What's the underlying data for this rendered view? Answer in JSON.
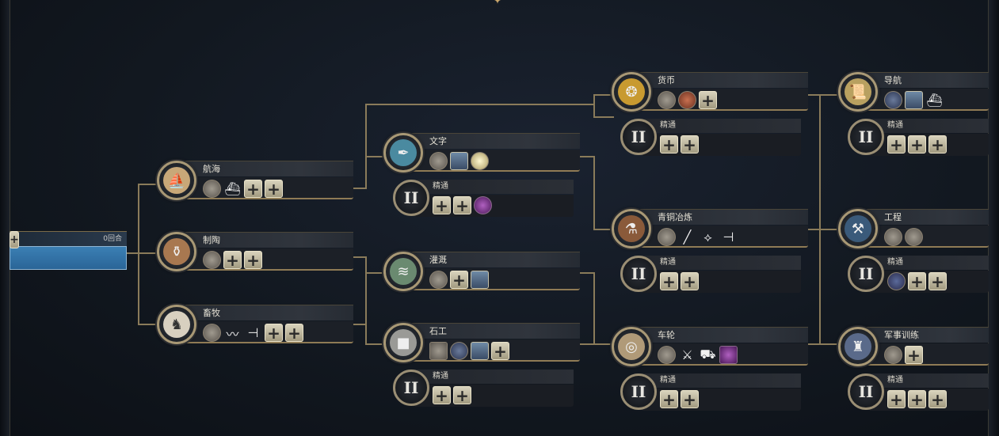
{
  "current": {
    "turns": "0回合"
  },
  "nodes": {
    "sailing": {
      "name": "航海",
      "icons": [
        "round:unit-icon",
        "white:ship-icon",
        "plus",
        "plus"
      ]
    },
    "pottery": {
      "name": "制陶",
      "icons": [
        "round:building-icon",
        "plus",
        "plus"
      ]
    },
    "husbandry": {
      "name": "畜牧",
      "icons": [
        "round:building-icon",
        "white:path-icon",
        "white:spear-icon",
        "plus",
        "plus"
      ]
    },
    "writing": {
      "name": "文字",
      "icons": [
        "round:building-icon",
        "sq:monument-icon",
        "round:idea-icon"
      ]
    },
    "irrigation": {
      "name": "灌溉",
      "icons": [
        "round:building-icon",
        "plus",
        "sq:wonder-icon"
      ]
    },
    "masonry": {
      "name": "石工",
      "icons": [
        "round:wall-icon",
        "round:tower-icon",
        "sq:wonder-icon",
        "plus"
      ]
    },
    "currency": {
      "name": "货币",
      "icons": [
        "round:market-icon",
        "round:storage-icon",
        "plus"
      ]
    },
    "bronze": {
      "name": "青铜冶炼",
      "icons": [
        "round:building-icon",
        "white:spear-icon",
        "white:bow-icon",
        "white:crossbow-icon"
      ]
    },
    "wheel": {
      "name": "车轮",
      "icons": [
        "round:building-icon",
        "white:chariot-icon",
        "white:cart-icon",
        "purple:resource-icon"
      ]
    },
    "navigation": {
      "name": "导航",
      "icons": [
        "round:tower-icon",
        "sq:monument-icon",
        "white:ship-icon"
      ]
    },
    "engineering": {
      "name": "工程",
      "icons": [
        "round:building-icon",
        "round:building-icon"
      ]
    },
    "military": {
      "name": "军事训练",
      "icons": [
        "round:building-icon",
        "plus"
      ]
    }
  },
  "mastery_label": "精通",
  "mastery_numeral": "II",
  "masteries": {
    "writing": {
      "icons": [
        "plus",
        "plus",
        "purple:resource-icon"
      ]
    },
    "masonry": {
      "icons": [
        "plus",
        "plus"
      ]
    },
    "currency": {
      "icons": [
        "plus",
        "plus"
      ]
    },
    "bronze": {
      "icons": [
        "plus",
        "plus"
      ]
    },
    "wheel": {
      "icons": [
        "plus",
        "plus"
      ]
    },
    "navigation": {
      "icons": [
        "plus",
        "plus",
        "plus"
      ]
    },
    "engineering": {
      "icons": [
        "round:coast-icon",
        "plus",
        "plus"
      ]
    },
    "military": {
      "icons": [
        "plus",
        "plus",
        "plus"
      ]
    }
  },
  "colors": {
    "gold": "#a89875",
    "line": "#8a7b5a",
    "accent_blue": "#3b7fb4"
  }
}
